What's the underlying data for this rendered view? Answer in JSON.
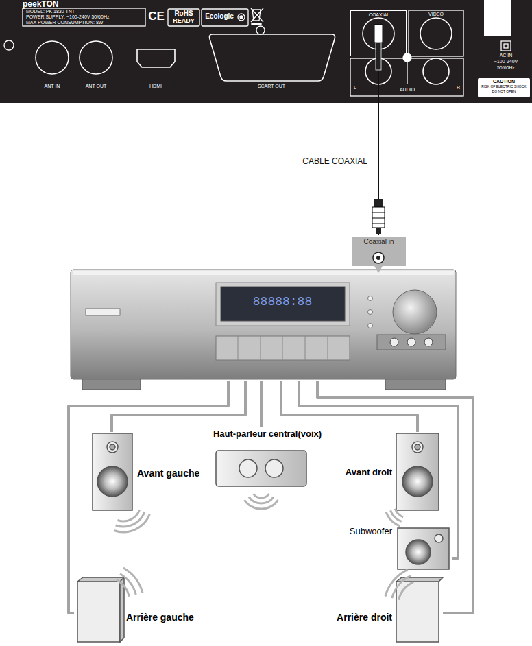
{
  "diagram": {
    "nodes": [
      {
        "text": [
          "peekTON",
          "MODEL: PK 1830 TNT",
          "POWER SUPPLY: ~100-240V 50/60Hz",
          "MAX POWER CONSUMPTION: 8W"
        ]
      },
      {
        "text": [
          "COAXIAL"
        ],
        "in": 0
      },
      {
        "text": [
          "Coaxial in"
        ]
      },
      {
        "text": [
          "Avant gauche"
        ]
      },
      {
        "text": [
          "Haut-parleur central(voix)"
        ]
      },
      {
        "text": [
          "Avant droit"
        ]
      },
      {
        "text": [
          "Subwoofer"
        ]
      },
      {
        "text": [
          "Arrière gauche"
        ]
      },
      {
        "text": [
          "Arrière droit"
        ]
      }
    ],
    "edges": [
      {
        "from": 1,
        "to": 2,
        "label": "CABLE COAXIAL",
        "arrow": "none"
      },
      {
        "from": 2,
        "to": 3,
        "arrow": "none"
      },
      {
        "from": 2,
        "to": 4,
        "arrow": "none"
      },
      {
        "from": 2,
        "to": 5,
        "arrow": "none"
      },
      {
        "from": 2,
        "to": 6,
        "arrow": "none"
      },
      {
        "from": 2,
        "to": 7,
        "arrow": "none"
      },
      {
        "from": 2,
        "to": 8,
        "arrow": "none"
      }
    ],
    "labels": [
      "CE",
      "RoHS",
      "READY",
      "Ecologic",
      "ANT IN",
      "ANT OUT",
      "HDMI",
      "SCART OUT",
      "VIDEO",
      "L",
      "AUDIO",
      "R",
      "AC IN",
      "~100-240V",
      "50/60Hz",
      "CAUTION",
      "RISK OF ELECTRIC SHOCK",
      "DO NOT OPEN",
      "88888:88"
    ]
  }
}
